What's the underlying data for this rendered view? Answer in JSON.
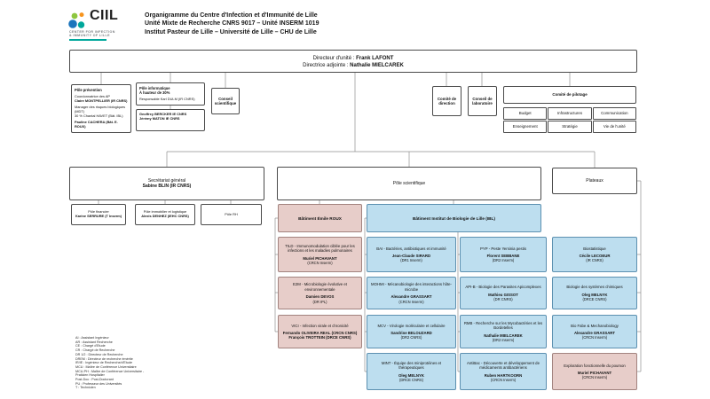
{
  "logo": {
    "acronym": "CIIL",
    "sub1": "CENTER FOR INFECTION",
    "sub2": "& IMMUNITY OF LILLE"
  },
  "title": {
    "line1": "Organigramme du Centre d'Infection et d'Immunité de Lille",
    "line2": "Unité Mixte de Recherche CNRS 9017 – Unité INSERM 1019",
    "line3": "Institut Pasteur de Lille – Université de Lille – CHU de Lille"
  },
  "direction": {
    "label1": "Directeur d'unité : ",
    "name1": "Frank LAFONT",
    "label2": "Directrice adjointe : ",
    "name2": "Nathalie MIELCAREK"
  },
  "prevention": {
    "title": "Pôle prévention",
    "l1": "Coordonnatrice des AP",
    "l2": "Claire MONTPELLIER (IR CNRS)",
    "l3": "Manager des risques biologiques (MDT)",
    "l4": "30 % Chantal HAVET (Bât. IBL)",
    "l5": "Pauline CACHERA (Bât. E. ROUX)"
  },
  "informatique": {
    "title": "Pôle informatique",
    "subtitle": "À hauteur de 30%",
    "body": "Responsable Karl DULM (IR CNRS)",
    "staff1": "Geoffrey BERCKER IE CNRS",
    "staff2": "Jérémy MATON IE CNRS"
  },
  "conseil_scientifique": "Conseil scientifique",
  "comite_direction": "Comité de direction",
  "conseil_laboratoire": "Conseil de laboratoire",
  "pilotage": {
    "title": "Comité de pilotage",
    "cells": [
      "Budget",
      "Infrastructures",
      "Communication",
      "Enseignement",
      "Stratégie",
      "Vie de l'unité"
    ]
  },
  "secretariat": {
    "title": "Secrétariat général",
    "name": "Sabine BLIN (IR CNRS)"
  },
  "financier": {
    "title": "Pôle financier",
    "name": "Karine SERRURE (T Inserm)"
  },
  "immobilier": {
    "title": "Pôle immobilier et logistique",
    "name": "Alexis DENHEZ (IEHC CNRS)"
  },
  "rh": {
    "title": "Pôle RH"
  },
  "scientifique_label": "Pôle scientifique",
  "plateaux_label": "Plateaux",
  "batiment_roux": "Bâtiment Émile ROUX",
  "batiment_ibl": "Bâtiment Institut de Biologie de Lille (IBL)",
  "teams_roux": [
    {
      "title": "TILD - Immunomodulation ciblée pour les infections et les maladies pulmonaires",
      "name": "Muriel PICHAVANT",
      "status": "(CRCN Inserm)"
    },
    {
      "title": "E2M - Microbiologie évolutive et environnementale",
      "name": "Damien DEVOS",
      "status": "(DR IPL)"
    },
    {
      "title": "VICI - Infection virale et chronicité",
      "name": "Fernando OLIVEIRA REAL (CRCN CNRS)",
      "name2": "François TROTTEIN (DRCE CNRS)"
    }
  ],
  "teams_ibl_a": [
    {
      "title": "BAI - Bactéries, antibiotiques et immunité",
      "name": "Jean-Claude SIRARD",
      "status": "(DR1 Inserm)"
    },
    {
      "title": "MOHMI - Mécanobiologie des interactions hôte-microbe",
      "name": "Alexandre GRASSART",
      "status": "(CRCN Inserm)"
    },
    {
      "title": "MCV - Virologie moléculaire et cellulaire",
      "name": "Sandrine BELOUZARD",
      "status": "(DR2 CNRS)"
    },
    {
      "title": "MINT - Équipe des miniprotéines et thérapeutiques",
      "name": "Oleg MELNYK",
      "status": "(DRCE CNRS)"
    }
  ],
  "teams_ibl_b": [
    {
      "title": "PYP - Peste Yersinia pestis",
      "name": "Florent SEBBANE",
      "status": "(DR2 Inserm)"
    },
    {
      "title": "API-B - Biologie des Parasites Apicomplexes",
      "name": "Mathieu GISSOT",
      "status": "(DR CNRS)"
    },
    {
      "title": "RMB - Recherche sur les Mycobactéries et les Bordetelles",
      "name": "Nathalie MIELCAREK",
      "status": "(DR2 Inserm)"
    },
    {
      "title": "AntiBac - Découverte et développement de médicaments antibactériens",
      "name": "Ruben HARTKOORN",
      "status": "(CRCN Inserm)"
    }
  ],
  "plateaux_items": [
    {
      "title": "Biostatistique",
      "name": "Cécile LECOEUR",
      "status": "(IR CNRS)"
    },
    {
      "title": "Biologie des systèmes chimiques",
      "name": "Oleg MELNYK",
      "status": "(DRCE CNRS)"
    },
    {
      "title": "Bio Fabe & Mechanobiology",
      "name": "Alexandre GRASSART",
      "status": "(CRCN Inserm)"
    },
    {
      "title": "Exploration fonctionnelle du poumon",
      "name": "Muriel PICHAVANT",
      "status": "(CRCN Inserm)"
    }
  ],
  "legend": [
    "AI : Assistant Ingénieur",
    "AR : Assistant Recherche",
    "CE : Chargé d'Etude",
    "CR : Chargé de Recherche",
    "DR 1/2 : Directeur de Recherche",
    "DREM : Directeur de recherche émérite",
    "IR/IE : Ingénieur de Recherche/d'Etude",
    "MCU : Maître de Conférence Universitaire",
    "MCU-PH : Maître de Conférence Universitaire -",
    "Praticien Hospitalier",
    "Post-Doc : Post-Doctorant",
    "PU : Professeur des Universités",
    "T : Technicien"
  ]
}
